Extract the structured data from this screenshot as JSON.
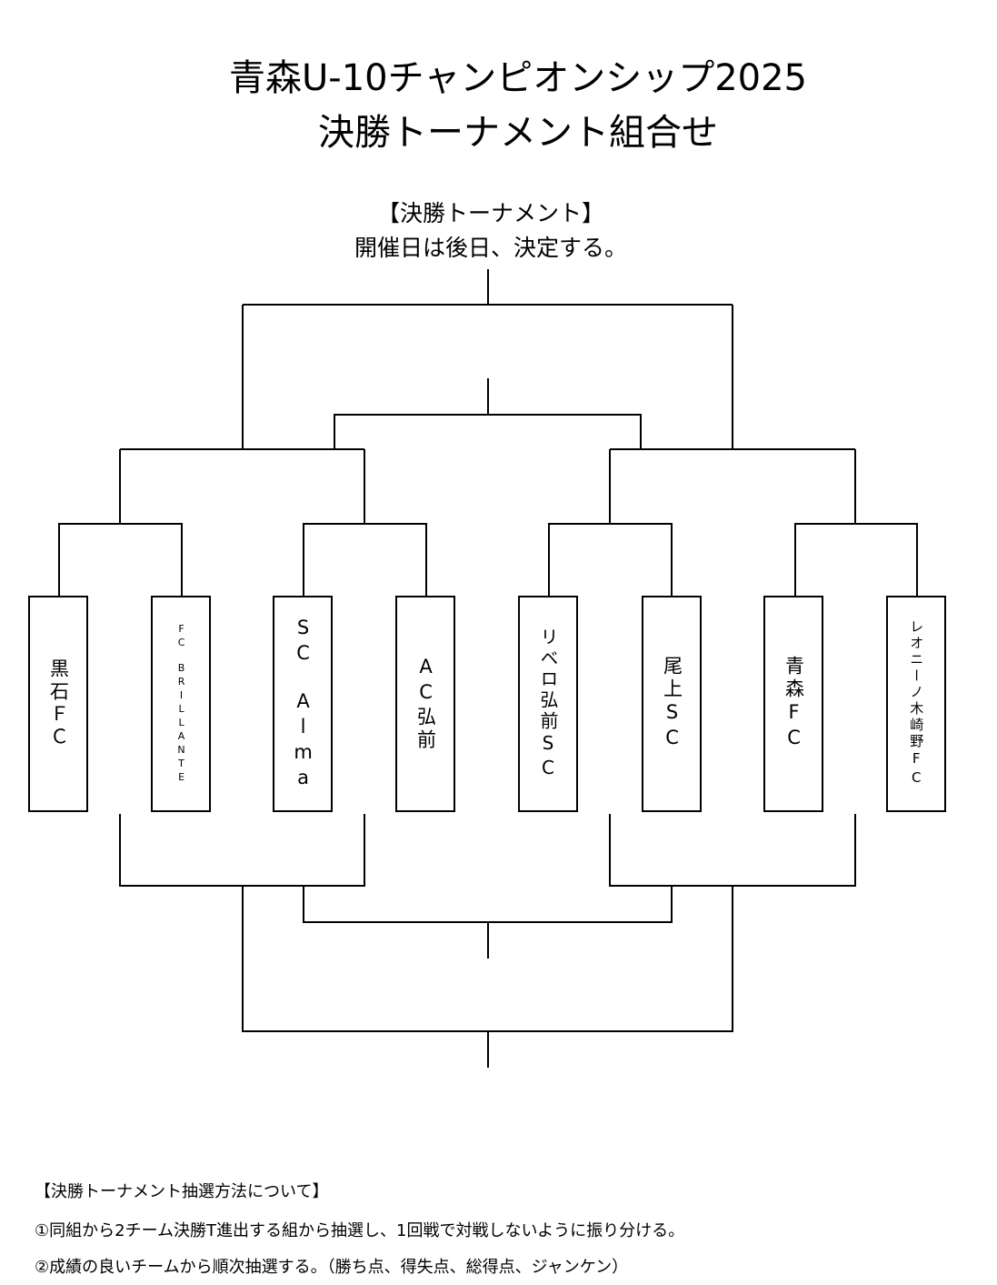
{
  "title": {
    "line1": "青森U-10チャンピオンシップ2025",
    "line2": "決勝トーナメント組合せ"
  },
  "subtitle": {
    "line1": "【決勝トーナメント】",
    "line2": "開催日は後日、決定する。"
  },
  "teams": [
    "黒石ＦＣ",
    "FC　BRILLANTE",
    "SC　Alma",
    "AC弘前",
    "リベロ弘前SC",
    "尾上SC",
    "青森FC",
    "レオニーノ木崎野FC"
  ],
  "notes": {
    "heading": "【決勝トーナメント抽選方法について】",
    "item1": "①同組から2チーム決勝T進出する組から抽選し、1回戦で対戦しないように振り分ける。",
    "item2": "②成績の良いチームから順次抽選する。（勝ち点、得失点、総得点、ジャンケン）"
  }
}
